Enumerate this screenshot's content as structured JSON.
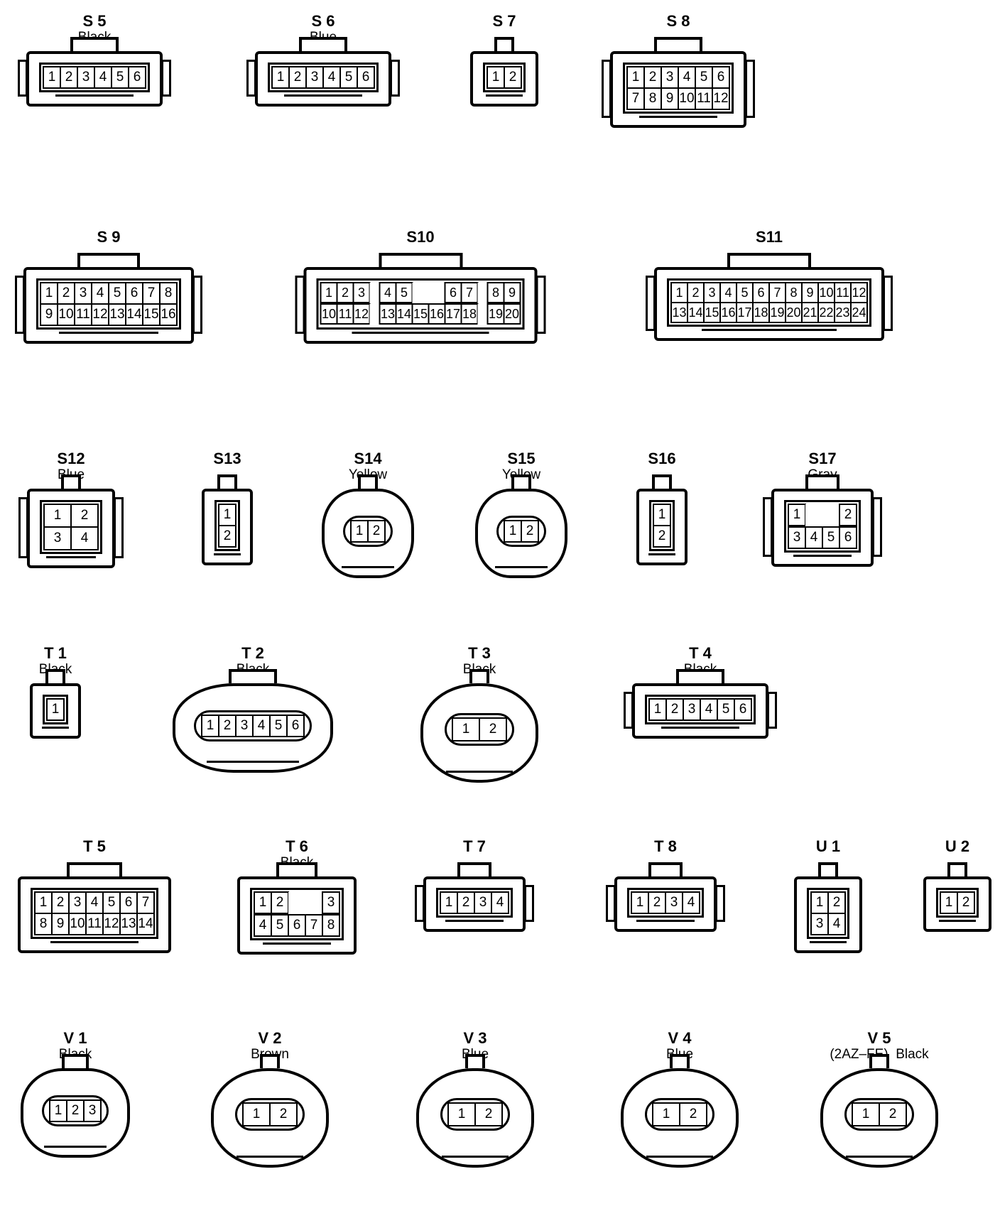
{
  "connectors": [
    {
      "code": "S 5",
      "color": "Black",
      "rows": [
        [
          "1",
          "2",
          "3",
          "4",
          "5",
          "6"
        ]
      ],
      "shape": "rect",
      "rails": true
    },
    {
      "code": "S 6",
      "color": "Blue",
      "rows": [
        [
          "1",
          "2",
          "3",
          "4",
          "5",
          "6"
        ]
      ],
      "shape": "rect",
      "rails": true
    },
    {
      "code": "S 7",
      "color": "",
      "rows": [
        [
          "1",
          "2"
        ]
      ],
      "shape": "rect",
      "rails": false
    },
    {
      "code": "S 8",
      "color": "",
      "rows": [
        [
          "1",
          "2",
          "3",
          "4",
          "5",
          "6"
        ],
        [
          "7",
          "8",
          "9",
          "10",
          "11",
          "12"
        ]
      ],
      "shape": "rect",
      "rails": true
    },
    {
      "code": "S 9",
      "color": "",
      "rows": [
        [
          "1",
          "2",
          "3",
          "4",
          "5",
          "6",
          "7",
          "8"
        ],
        [
          "9",
          "10",
          "11",
          "12",
          "13",
          "14",
          "15",
          "16"
        ]
      ],
      "shape": "rect",
      "rails": true
    },
    {
      "code": "S10",
      "color": "",
      "rows": [
        [
          "1",
          "2",
          "3",
          "",
          "4",
          "5",
          "",
          "",
          "6",
          "7",
          "",
          "8",
          "9"
        ],
        [
          "10",
          "11",
          "12",
          "",
          "13",
          "14",
          "15",
          "16",
          "17",
          "18",
          "",
          "19",
          "20"
        ]
      ],
      "shape": "rect",
      "rails": true
    },
    {
      "code": "S11",
      "color": "",
      "rows": [
        [
          "1",
          "2",
          "3",
          "4",
          "5",
          "6",
          "7",
          "8",
          "9",
          "10",
          "11",
          "12"
        ],
        [
          "13",
          "14",
          "15",
          "16",
          "17",
          "18",
          "19",
          "20",
          "21",
          "22",
          "23",
          "24"
        ]
      ],
      "shape": "rect",
      "rails": true
    },
    {
      "code": "S12",
      "color": "Blue",
      "rows": [
        [
          "1",
          "2"
        ],
        [
          "3",
          "4"
        ]
      ],
      "shape": "rect",
      "rails": true,
      "big": true
    },
    {
      "code": "S13",
      "color": "",
      "rows": [
        [
          "1"
        ],
        [
          "2"
        ]
      ],
      "shape": "rect",
      "rails": false
    },
    {
      "code": "S14",
      "color": "Yellow",
      "rows": [
        [
          "1",
          "2"
        ]
      ],
      "shape": "round2",
      "rails": false
    },
    {
      "code": "S15",
      "color": "Yellow",
      "rows": [
        [
          "1",
          "2"
        ]
      ],
      "shape": "round2",
      "rails": false
    },
    {
      "code": "S16",
      "color": "",
      "rows": [
        [
          "1"
        ],
        [
          "2"
        ]
      ],
      "shape": "rect",
      "rails": false
    },
    {
      "code": "S17",
      "color": "Gray",
      "rows": [
        [
          "1",
          "",
          "",
          "2"
        ],
        [
          "3",
          "4",
          "5",
          "6"
        ]
      ],
      "shape": "rect",
      "rails": true
    },
    {
      "code": "T 1",
      "color": "Black",
      "rows": [
        [
          "1"
        ]
      ],
      "shape": "rect",
      "rails": false
    },
    {
      "code": "T 2",
      "color": "Black",
      "rows": [
        [
          "1",
          "2",
          "3",
          "4",
          "5",
          "6"
        ]
      ],
      "shape": "round2",
      "rails": false
    },
    {
      "code": "T 3",
      "color": "Black",
      "rows": [
        [
          "1",
          "2"
        ]
      ],
      "shape": "round",
      "rails": false,
      "big": true
    },
    {
      "code": "T 4",
      "color": "Black",
      "rows": [
        [
          "1",
          "2",
          "3",
          "4",
          "5",
          "6"
        ]
      ],
      "shape": "rect",
      "rails": true
    },
    {
      "code": "T 5",
      "color": "",
      "rows": [
        [
          "1",
          "2",
          "3",
          "4",
          "5",
          "6",
          "7"
        ],
        [
          "8",
          "9",
          "10",
          "11",
          "12",
          "13",
          "14"
        ]
      ],
      "shape": "rect",
      "rails": false
    },
    {
      "code": "T 6",
      "color": "Black",
      "rows": [
        [
          "1",
          "2",
          "",
          "",
          "3"
        ],
        [
          "4",
          "5",
          "6",
          "7",
          "8"
        ]
      ],
      "shape": "rect",
      "rails": false
    },
    {
      "code": "T 7",
      "color": "",
      "rows": [
        [
          "1",
          "2",
          "3",
          "4"
        ]
      ],
      "shape": "rect",
      "rails": true
    },
    {
      "code": "T 8",
      "color": "",
      "rows": [
        [
          "1",
          "2",
          "3",
          "4"
        ]
      ],
      "shape": "rect",
      "rails": true
    },
    {
      "code": "U 1",
      "color": "",
      "rows": [
        [
          "1",
          "2"
        ],
        [
          "3",
          "4"
        ]
      ],
      "shape": "rect",
      "rails": false
    },
    {
      "code": "U 2",
      "color": "",
      "rows": [
        [
          "1",
          "2"
        ]
      ],
      "shape": "rect",
      "rails": false
    },
    {
      "code": "V 1",
      "color": "Black",
      "rows": [
        [
          "1",
          "2",
          "3"
        ]
      ],
      "shape": "round2",
      "rails": false
    },
    {
      "code": "V 2",
      "color": "Brown",
      "rows": [
        [
          "1",
          "2"
        ]
      ],
      "shape": "round",
      "rails": false,
      "big": true
    },
    {
      "code": "V 3",
      "color": "Blue",
      "rows": [
        [
          "1",
          "2"
        ]
      ],
      "shape": "round",
      "rails": false,
      "big": true
    },
    {
      "code": "V 4",
      "color": "Blue",
      "rows": [
        [
          "1",
          "2"
        ]
      ],
      "shape": "round",
      "rails": false,
      "big": true
    },
    {
      "code": "V 5",
      "color": "(2AZ–FE)  Black",
      "rows": [
        [
          "1",
          "2"
        ]
      ],
      "shape": "round",
      "rails": false,
      "big": true
    }
  ]
}
